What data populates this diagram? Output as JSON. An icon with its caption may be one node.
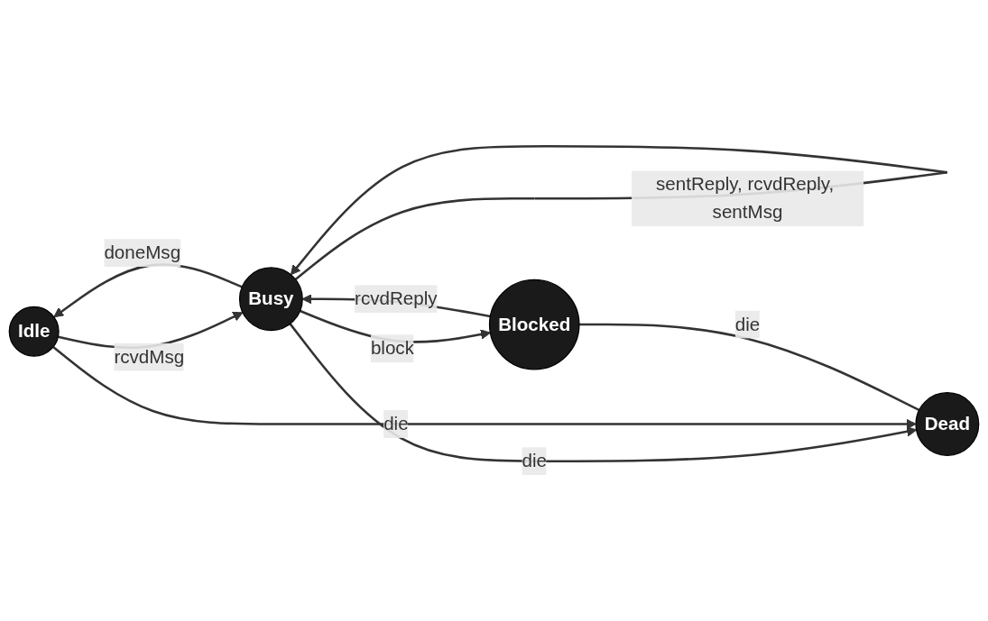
{
  "diagram": {
    "nodes": [
      {
        "text": [
          "Idle"
        ]
      },
      {
        "text": [
          "Busy"
        ]
      },
      {
        "text": [
          "Blocked"
        ]
      },
      {
        "text": [
          "Dead"
        ]
      }
    ],
    "edges": [
      {
        "from": 1,
        "to": 1,
        "arrow": "to",
        "label": "sentReply, rcvdReply, sentMsg"
      },
      {
        "from": 0,
        "to": 1,
        "arrow": "to",
        "label": "rcvdMsg"
      },
      {
        "from": 1,
        "to": 0,
        "arrow": "to",
        "label": "doneMsg"
      },
      {
        "from": 2,
        "to": 1,
        "arrow": "to",
        "label": "rcvdReply"
      },
      {
        "from": 1,
        "to": 2,
        "arrow": "to",
        "label": "block"
      },
      {
        "from": 1,
        "to": 3,
        "arrow": "to",
        "label": "die"
      },
      {
        "from": 0,
        "to": 3,
        "arrow": "to",
        "label": "die"
      },
      {
        "from": 2,
        "to": 3,
        "arrow": "none",
        "label": "die"
      }
    ]
  }
}
